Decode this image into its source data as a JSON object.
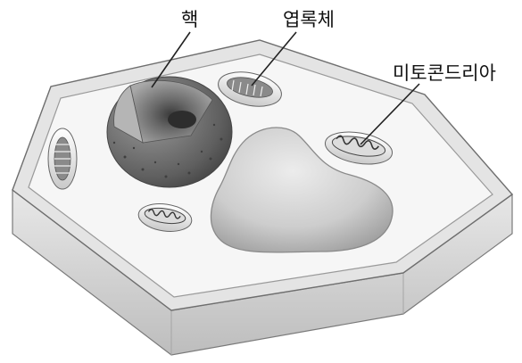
{
  "labels": {
    "nucleus": "핵",
    "chloroplast": "엽록체",
    "mitochondria": "미토콘드리아"
  },
  "colors": {
    "cell_wall_top": "#e6e6e6",
    "cytoplasm": "#f5f5f5",
    "vacuole": "#cfcfcf",
    "nucleus": "#6d6d6d",
    "outline": "#777777"
  },
  "icons": [
    "plant-cell-diagram"
  ]
}
